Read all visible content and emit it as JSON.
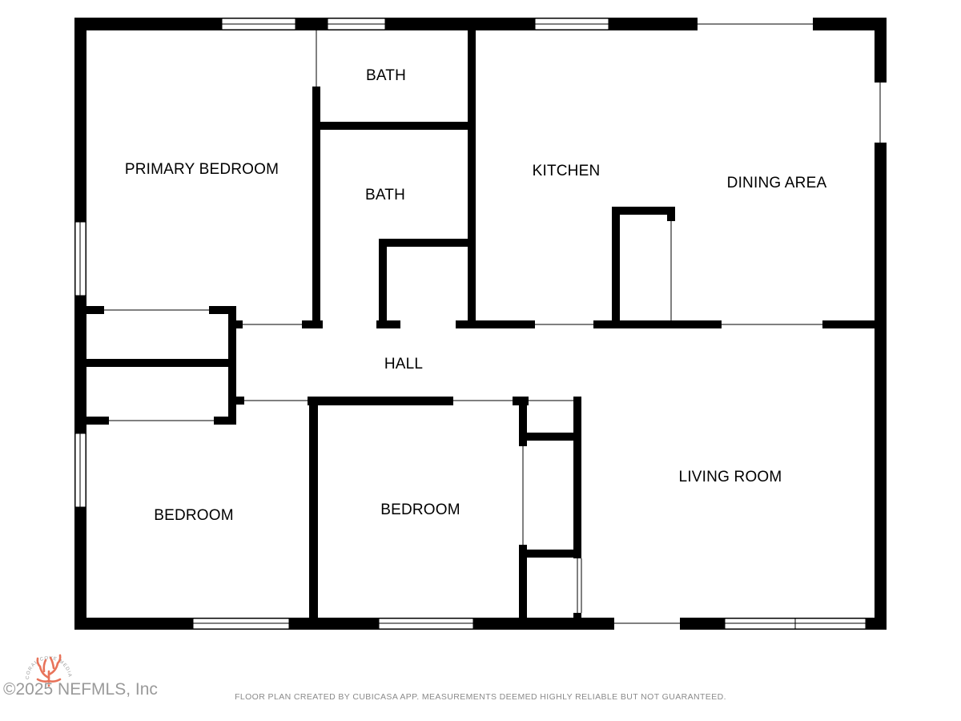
{
  "rooms": {
    "primary_bedroom": "PRIMARY BEDROOM",
    "bath_upper": "BATH",
    "bath_lower": "BATH",
    "kitchen": "KITCHEN",
    "dining_area": "DINING AREA",
    "hall": "HALL",
    "bedroom_left": "BEDROOM",
    "bedroom_middle": "BEDROOM",
    "living_room": "LIVING ROOM"
  },
  "footer": {
    "disclaimer": "FLOOR PLAN CREATED BY CUBICASA APP. MEASUREMENTS DEEMED HIGHLY RELIABLE BUT NOT GUARANTEED.",
    "copyright": "©2025 NEFMLS, Inc",
    "brand_arc": "CORAL COVE MEDIA"
  },
  "colors": {
    "wall": "#000000",
    "background": "#ffffff",
    "brand": "#e8735a"
  }
}
